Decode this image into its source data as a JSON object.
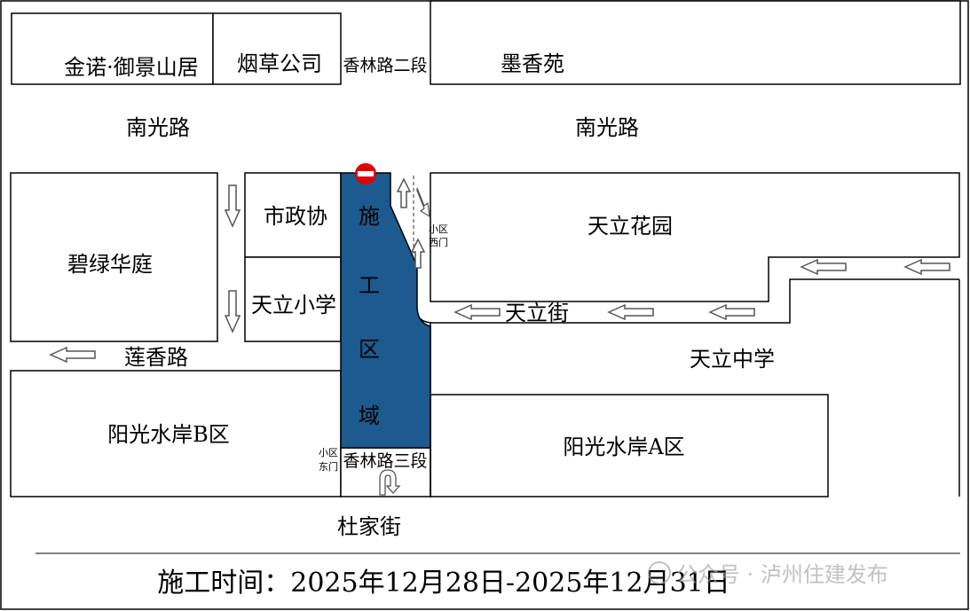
{
  "colors": {
    "construction_fill": "#1c5a8f",
    "no_entry_red": "#e00000",
    "line": "#000000",
    "arrow_stroke": "#555555"
  },
  "buildings": {
    "jinnuo": "金诺·御景山居",
    "tobacco": "烟草公司",
    "moxiang": "墨香苑",
    "bilv": "碧绿华庭",
    "shizhengxie": "市政协",
    "tianli_primary": "天立小学",
    "tianli_garden": "天立花园",
    "tianli_middle": "天立中学",
    "yangguang_b": "阳光水岸B区",
    "yangguang_a": "阳光水岸A区"
  },
  "roads": {
    "nanguang_left": "南光路",
    "nanguang_right": "南光路",
    "xianglin_2": "香林路二段",
    "xianglin_3": "香林路三段",
    "lianxiang": "莲香路",
    "tianli_street": "天立街",
    "dujia": "杜家街"
  },
  "gates": {
    "west_gate_line1": "小区",
    "west_gate_line2": "西门",
    "east_gate_line1": "小区",
    "east_gate_line2": "东门"
  },
  "construction_zone": {
    "chars": [
      "施",
      "工",
      "区",
      "域"
    ]
  },
  "icons": {
    "no_entry": "no-entry-icon",
    "flow_arrows": "arrow-icon",
    "u_turn": "u-turn-icon"
  },
  "footer": {
    "time_text": "施工时间：2025年12月28日-2025年12月31日",
    "watermark_text": "公众号 · 泸州住建发布"
  }
}
